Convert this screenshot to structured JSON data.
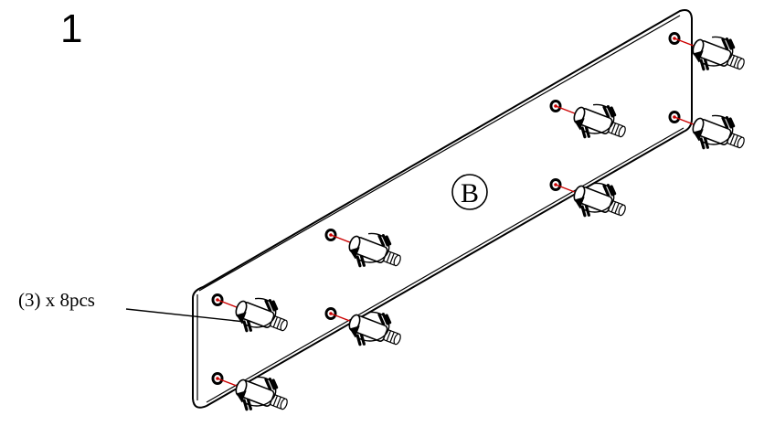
{
  "step": {
    "number": "1"
  },
  "callout": {
    "text": "(3) x 8pcs"
  },
  "panel": {
    "part_letter": "B"
  },
  "colors": {
    "line": "#000000",
    "accent": "#cc0000",
    "background": "#ffffff"
  },
  "icons": {
    "fastener": "cam-dowel-icon",
    "rotation": "rotation-arrow-icon"
  }
}
